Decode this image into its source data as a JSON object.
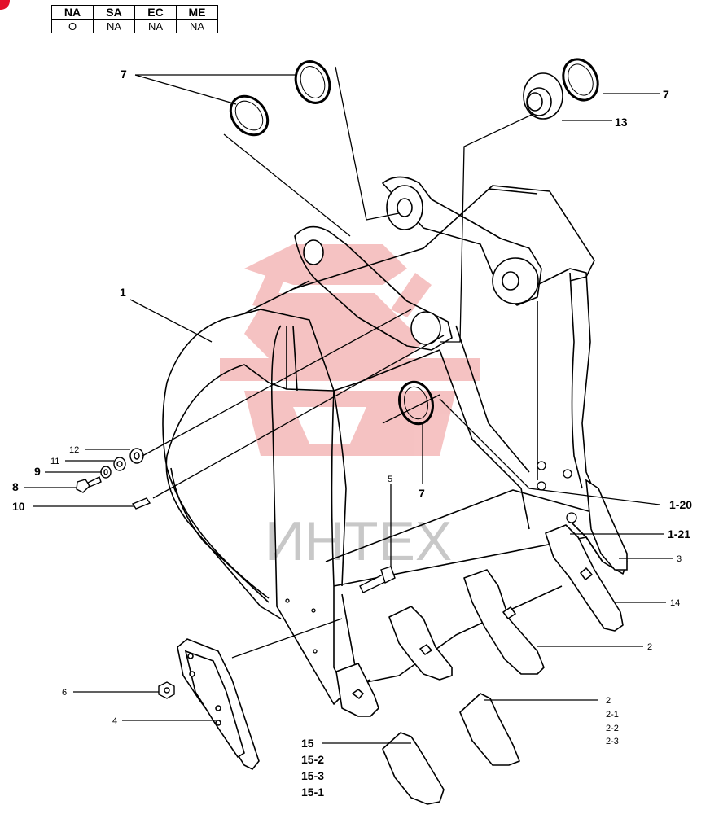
{
  "colors": {
    "corner_mark": "#e3102a",
    "watermark_logo": "#f4b8b8",
    "watermark_text": "#c8c8c8",
    "line": "#000000"
  },
  "region_table": {
    "headers": [
      "NA",
      "SA",
      "EC",
      "ME"
    ],
    "values": [
      "O",
      "NA",
      "NA",
      "NA"
    ]
  },
  "watermark": {
    "text": "ИНТЕХ"
  },
  "callouts": {
    "c1": "1",
    "c2a": "2",
    "c2b": "2",
    "c2b_1": "2-1",
    "c2b_2": "2-2",
    "c2b_3": "2-3",
    "c3": "3",
    "c4": "4",
    "c5": "5",
    "c6": "6",
    "c7a": "7",
    "c7b": "7",
    "c7c": "7",
    "c8": "8",
    "c9": "9",
    "c10": "10",
    "c11": "11",
    "c12": "12",
    "c13": "13",
    "c14": "14",
    "c15": "15",
    "c15_2": "15-2",
    "c15_3": "15-3",
    "c15_1": "15-1",
    "c1_20": "1-20",
    "c1_21": "1-21"
  }
}
